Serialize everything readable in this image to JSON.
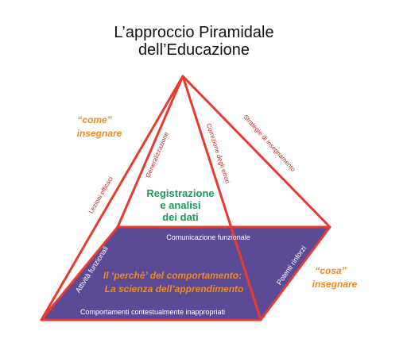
{
  "title": {
    "line1": "L’approccio Piramidale",
    "line2": "dell’Educazione"
  },
  "outer_labels": {
    "come_line1": "“come”",
    "come_line2": "insegnare",
    "cosa_line1": "“cosa”",
    "cosa_line2": "insegnare"
  },
  "edge_labels": {
    "lezioni_efficaci": "Lezioni efficaci",
    "generalizzazione": "Generalizzazione",
    "correzione_errori": "Correzione degli errori",
    "strategie": "Strategie di insegnamento"
  },
  "center": {
    "line1": "Registrazione",
    "line2": "e analisi",
    "line3": "dei dati"
  },
  "base": {
    "top_edge": "Comunicazione funzionale",
    "bottom_edge": "Comportamenti contestualmente inappropriati",
    "left_edge": "Attività funzionali",
    "right_edge": "Potenti rinforzi",
    "center_line1": "Il ‘perchè’ del comportamento:",
    "center_line2": "La scienza dell’apprendimento"
  },
  "colors": {
    "outline": "#e83a2f",
    "base_fill": "#5b4a96",
    "orange": "#f08a1c",
    "green": "#1a9a55",
    "edge_text": "#c8221c",
    "title": "#111111",
    "base_text": "#ffffff"
  }
}
